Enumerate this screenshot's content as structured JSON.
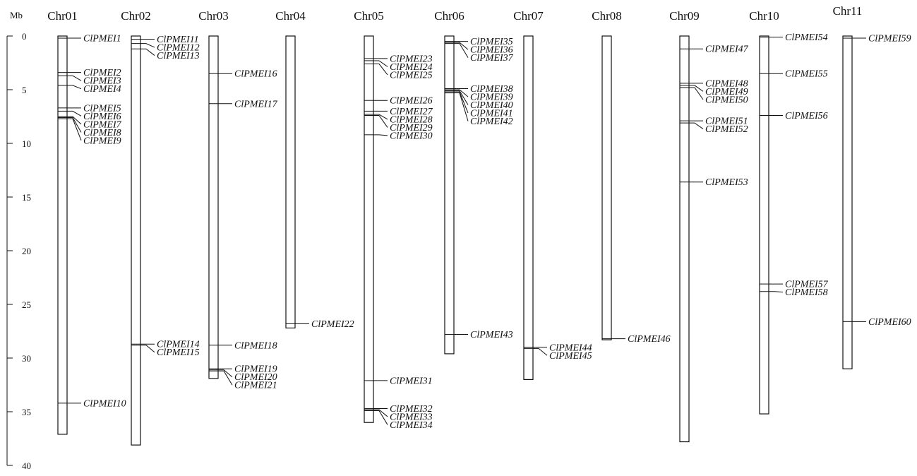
{
  "axis": {
    "unit": "Mb",
    "ticks": [
      0,
      5,
      10,
      15,
      20,
      25,
      30,
      35,
      40
    ]
  },
  "chromosomes": [
    {
      "name": "Chr01",
      "length": 37.1,
      "genes": [
        {
          "name": "ClPMEI1",
          "pos": 0.2
        },
        {
          "name": "ClPMEI2",
          "pos": 3.4
        },
        {
          "name": "ClPMEI3",
          "pos": 3.7
        },
        {
          "name": "ClPMEI4",
          "pos": 4.6
        },
        {
          "name": "ClPMEI5",
          "pos": 6.7
        },
        {
          "name": "ClPMEI6",
          "pos": 7.0
        },
        {
          "name": "ClPMEI7",
          "pos": 7.5
        },
        {
          "name": "ClPMEI8",
          "pos": 7.6
        },
        {
          "name": "ClPMEI9",
          "pos": 7.7
        },
        {
          "name": "ClPMEI10",
          "pos": 34.2
        }
      ]
    },
    {
      "name": "Chr02",
      "length": 38.1,
      "genes": [
        {
          "name": "ClPMEI11",
          "pos": 0.3
        },
        {
          "name": "ClPMEI12",
          "pos": 0.7
        },
        {
          "name": "ClPMEI13",
          "pos": 1.2
        },
        {
          "name": "ClPMEI14",
          "pos": 28.7
        },
        {
          "name": "ClPMEI15",
          "pos": 28.8
        }
      ]
    },
    {
      "name": "Chr03",
      "length": 31.9,
      "genes": [
        {
          "name": "ClPMEI16",
          "pos": 3.5
        },
        {
          "name": "ClPMEI17",
          "pos": 6.3
        },
        {
          "name": "ClPMEI18",
          "pos": 28.8
        },
        {
          "name": "ClPMEI19",
          "pos": 31.0
        },
        {
          "name": "ClPMEI20",
          "pos": 31.1
        },
        {
          "name": "ClPMEI21",
          "pos": 31.2
        }
      ]
    },
    {
      "name": "Chr04",
      "length": 27.2,
      "genes": [
        {
          "name": "ClPMEI22",
          "pos": 26.8
        }
      ]
    },
    {
      "name": "Chr05",
      "length": 36.0,
      "genes": [
        {
          "name": "ClPMEI23",
          "pos": 2.1
        },
        {
          "name": "ClPMEI24",
          "pos": 2.3
        },
        {
          "name": "ClPMEI25",
          "pos": 2.6
        },
        {
          "name": "ClPMEI26",
          "pos": 6.0
        },
        {
          "name": "ClPMEI27",
          "pos": 7.0
        },
        {
          "name": "ClPMEI28",
          "pos": 7.3
        },
        {
          "name": "ClPMEI29",
          "pos": 7.4
        },
        {
          "name": "ClPMEI30",
          "pos": 9.2
        },
        {
          "name": "ClPMEI31",
          "pos": 32.1
        },
        {
          "name": "ClPMEI32",
          "pos": 34.7
        },
        {
          "name": "ClPMEI33",
          "pos": 34.8
        },
        {
          "name": "ClPMEI34",
          "pos": 34.9
        }
      ]
    },
    {
      "name": "Chr06",
      "length": 29.6,
      "genes": [
        {
          "name": "ClPMEI35",
          "pos": 0.5
        },
        {
          "name": "ClPMEI36",
          "pos": 0.6
        },
        {
          "name": "ClPMEI37",
          "pos": 0.7
        },
        {
          "name": "ClPMEI38",
          "pos": 4.9
        },
        {
          "name": "ClPMEI39",
          "pos": 5.0
        },
        {
          "name": "ClPMEI40",
          "pos": 5.1
        },
        {
          "name": "ClPMEI41",
          "pos": 5.2
        },
        {
          "name": "ClPMEI42",
          "pos": 5.3
        },
        {
          "name": "ClPMEI43",
          "pos": 27.8
        }
      ]
    },
    {
      "name": "Chr07",
      "length": 32.0,
      "genes": [
        {
          "name": "ClPMEI44",
          "pos": 29.0
        },
        {
          "name": "ClPMEI45",
          "pos": 29.1
        }
      ]
    },
    {
      "name": "Chr08",
      "length": 28.3,
      "genes": [
        {
          "name": "ClPMEI46",
          "pos": 28.2
        }
      ]
    },
    {
      "name": "Chr09",
      "length": 37.8,
      "genes": [
        {
          "name": "ClPMEI47",
          "pos": 1.2
        },
        {
          "name": "ClPMEI48",
          "pos": 4.4
        },
        {
          "name": "ClPMEI49",
          "pos": 4.6
        },
        {
          "name": "ClPMEI50",
          "pos": 4.8
        },
        {
          "name": "ClPMEI51",
          "pos": 7.9
        },
        {
          "name": "ClPMEI52",
          "pos": 8.1
        },
        {
          "name": "ClPMEI53",
          "pos": 13.6
        }
      ]
    },
    {
      "name": "Chr10",
      "length": 35.2,
      "genes": [
        {
          "name": "ClPMEI54",
          "pos": 0.1
        },
        {
          "name": "ClPMEI55",
          "pos": 3.5
        },
        {
          "name": "ClPMEI56",
          "pos": 7.4
        },
        {
          "name": "ClPMEI57",
          "pos": 23.1
        },
        {
          "name": "ClPMEI58",
          "pos": 23.8
        }
      ]
    },
    {
      "name": "Chr11",
      "length": 31.0,
      "genes": [
        {
          "name": "ClPMEI59",
          "pos": 0.2
        },
        {
          "name": "ClPMEI60",
          "pos": 26.6
        }
      ]
    }
  ]
}
